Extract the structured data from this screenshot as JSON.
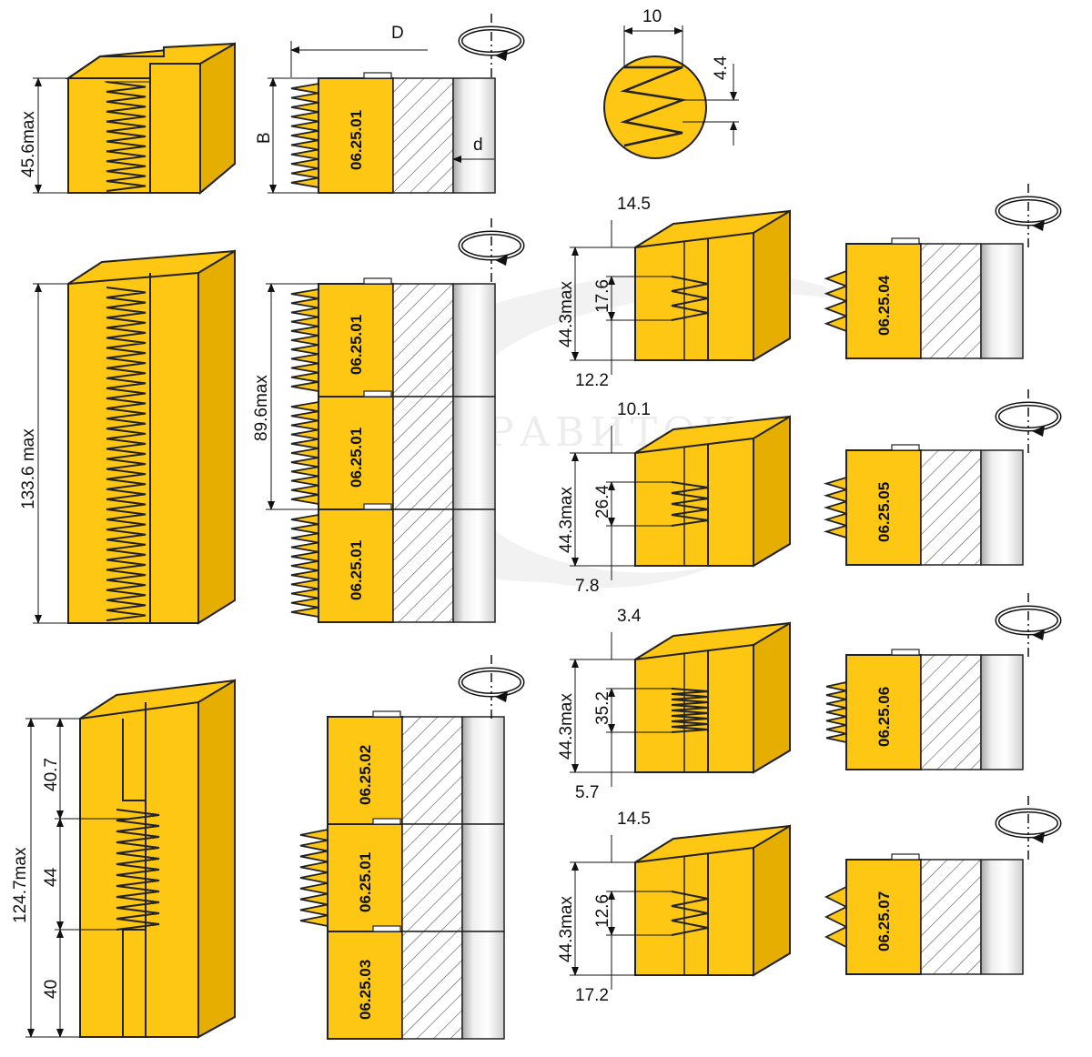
{
  "watermark": "ГРАВИТОН",
  "colors": {
    "yellow": "#FDC713",
    "outline": "#222222",
    "hatch": "#555555",
    "bore": "#d8d8d8"
  },
  "icons": {
    "rotation": "rotation-arrow-icon"
  },
  "profiles": [
    {
      "id": "p1",
      "height_label": "45.6max"
    },
    {
      "id": "p2",
      "height_label": "133.6 max"
    },
    {
      "id": "p3",
      "height_label": "124.7max",
      "segments": [
        "40.7",
        "44",
        "40"
      ]
    },
    {
      "id": "p4",
      "max_label": "44.3max",
      "width_label": "14.5",
      "tooth_label": "17.6",
      "bottom_label": "12.2"
    },
    {
      "id": "p5",
      "max_label": "44.3max",
      "width_label": "10.1",
      "tooth_label": "26.4",
      "bottom_label": "7.8"
    },
    {
      "id": "p6",
      "max_label": "44.3max",
      "width_label": "3.4",
      "tooth_label": "35.2",
      "bottom_label": "5.7"
    },
    {
      "id": "p7",
      "max_label": "44.3max",
      "width_label": "14.5",
      "tooth_label": "12.6",
      "bottom_label": "17.2"
    }
  ],
  "cutters": {
    "single": {
      "code": "06.25.01",
      "diameter_label": "D",
      "height_label": "B",
      "bore_label": "d"
    },
    "stack1": {
      "codes": [
        "06.25.01",
        "06.25.01",
        "06.25.01"
      ],
      "height_label": "89.6max"
    },
    "stack2": {
      "codes": [
        "06.25.02",
        "06.25.01",
        "06.25.03"
      ]
    },
    "right": [
      "06.25.04",
      "06.25.05",
      "06.25.06",
      "06.25.07"
    ]
  },
  "tooth_detail": {
    "pitch_label": "10",
    "depth_label": "4.4"
  }
}
